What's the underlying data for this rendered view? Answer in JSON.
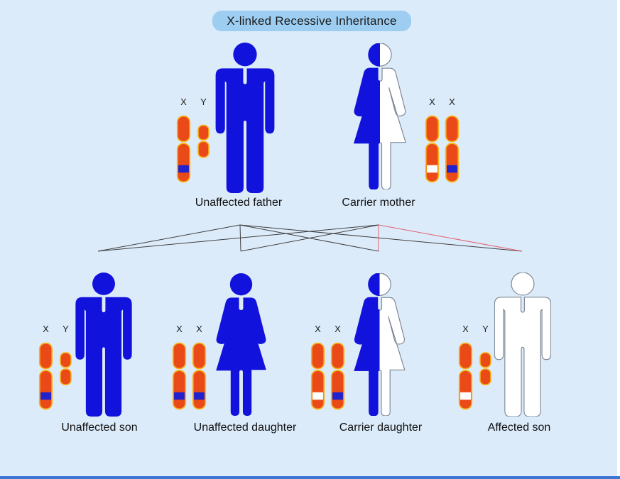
{
  "title": "X-linked Recessive Inheritance",
  "colors": {
    "background": "#dcebfa",
    "title_bg": "#9dcef1",
    "title_text": "#1b1b1b",
    "figure_blue": "#1212dd",
    "figure_outline": "#7f8895",
    "chromosome_fill": "#ea4a18",
    "chromosome_outline": "#f9b41a",
    "allele_normal_band": "#2121cd",
    "allele_mutated_band": "#ffffff",
    "line": "#3f3f3f",
    "line_mutated": "#e4606d",
    "bottom_bar": "#3b76d3",
    "right_bar": "#ffffff"
  },
  "parents": [
    {
      "label": "Unaffected father",
      "sex": "male",
      "figure": "solid",
      "chromosomes": [
        {
          "type": "X",
          "band": "normal"
        },
        {
          "type": "Y",
          "band": "none"
        }
      ]
    },
    {
      "label": "Carrier mother",
      "sex": "female",
      "figure": "half",
      "chromosomes": [
        {
          "type": "X",
          "band": "mutated"
        },
        {
          "type": "X",
          "band": "normal"
        }
      ]
    }
  ],
  "children": [
    {
      "label": "Unaffected son",
      "sex": "male",
      "figure": "solid",
      "chromosomes": [
        {
          "type": "X",
          "band": "normal"
        },
        {
          "type": "Y",
          "band": "none"
        }
      ]
    },
    {
      "label": "Unaffected daughter",
      "sex": "female",
      "figure": "solid",
      "chromosomes": [
        {
          "type": "X",
          "band": "normal"
        },
        {
          "type": "X",
          "band": "normal"
        }
      ]
    },
    {
      "label": "Carrier daughter",
      "sex": "female",
      "figure": "half",
      "chromosomes": [
        {
          "type": "X",
          "band": "mutated"
        },
        {
          "type": "X",
          "band": "normal"
        }
      ]
    },
    {
      "label": "Affected son",
      "sex": "male",
      "figure": "outline",
      "chromosomes": [
        {
          "type": "X",
          "band": "mutated"
        },
        {
          "type": "Y",
          "band": "none"
        }
      ]
    }
  ]
}
